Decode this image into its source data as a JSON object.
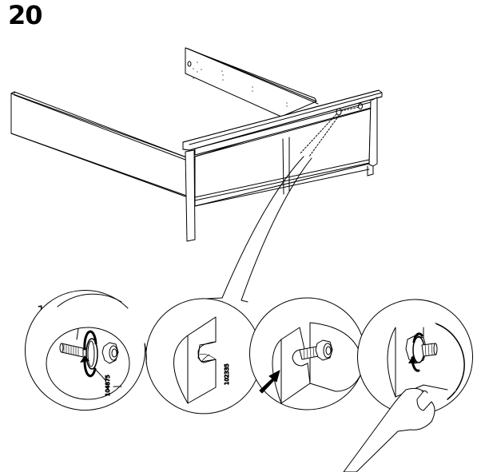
{
  "page": {
    "type": "assembly-instruction",
    "step_number": "20"
  },
  "overview": {
    "description": "Bed frame: footboard attached to two side rails; bolt connection at side rail highlighted with dashed leader line"
  },
  "details": [
    {
      "id": "detail-1",
      "quantity_label": "1x",
      "part_number": "104875",
      "content": "bolt with washer and hex nut, rotation arrow"
    },
    {
      "id": "detail-2",
      "part_number": "102335",
      "content": "slotted bracket plate"
    },
    {
      "id": "detail-3",
      "content": "bolt inserted into slotted bracket, push arrow"
    },
    {
      "id": "detail-4",
      "content": "nut tightened with open-end wrench, rotation arrow"
    }
  ],
  "colors": {
    "ink": "#000000",
    "paper": "#ffffff"
  }
}
